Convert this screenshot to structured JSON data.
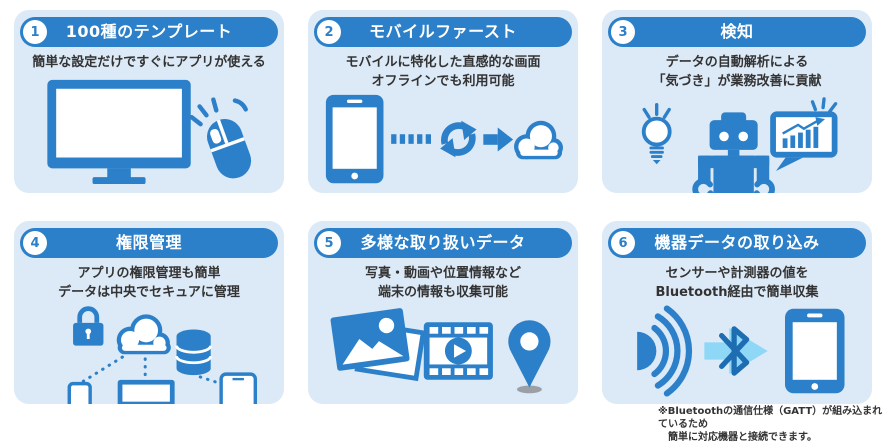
{
  "theme": {
    "primary_blue": "#2b80c9",
    "dark_blue": "#1e6cb2",
    "light_blue": "#8ed7f7",
    "card_background": "#dce9f6",
    "text_color": "#333333",
    "page_background": "#ffffff"
  },
  "cards": [
    {
      "number": "1",
      "title": "100種のテンプレート",
      "description_lines": [
        "簡単な設定だけですぐにアプリが使える"
      ],
      "icons": [
        "monitor-icon",
        "mouse-click-icon"
      ]
    },
    {
      "number": "2",
      "title": "モバイルファースト",
      "description_lines": [
        "モバイルに特化した直感的な画面",
        "オフラインでも利用可能"
      ],
      "icons": [
        "tablet-icon",
        "dotted-link-icon",
        "sync-icon",
        "arrow-right-icon",
        "cloud-icon"
      ]
    },
    {
      "number": "3",
      "title": "検知",
      "description_lines": [
        "データの自動解析による",
        "「気づき」が業務改善に貢献"
      ],
      "icons": [
        "lightbulb-icon",
        "robot-icon",
        "chart-speech-bubble-icon"
      ]
    },
    {
      "number": "4",
      "title": "権限管理",
      "description_lines": [
        "アプリの権限管理も簡単",
        "データは中央でセキュアに管理"
      ],
      "icons": [
        "lock-icon",
        "cloud-icon",
        "database-icon",
        "phone-icon",
        "monitor-icon",
        "tablet-icon"
      ]
    },
    {
      "number": "5",
      "title": "多様な取り扱いデータ",
      "description_lines": [
        "写真・動画や位置情報など",
        "端末の情報も収集可能"
      ],
      "icons": [
        "photos-icon",
        "video-film-icon",
        "location-pin-icon"
      ]
    },
    {
      "number": "6",
      "title": "機器データの取り込み",
      "description_lines": [
        "センサーや計測器の値を",
        "Bluetooth経由で簡単収集"
      ],
      "icons": [
        "signal-waves-icon",
        "bluetooth-arrow-icon",
        "tablet-icon"
      ]
    }
  ],
  "footnote": {
    "lines": [
      "※Bluetoothの通信仕様（GATT）が組み込まれているため",
      "簡単に対応機器と接続できます。"
    ]
  }
}
